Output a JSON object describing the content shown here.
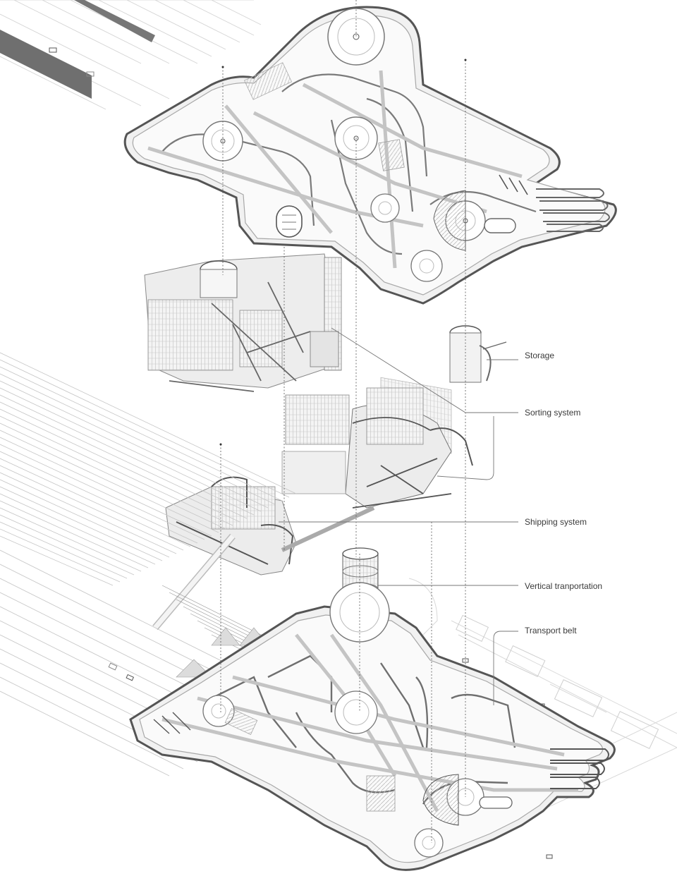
{
  "labels": {
    "storage": "Storage",
    "sorting_system": "Sorting system",
    "shipping_system": "Shipping system",
    "vertical_transportation": "Vertical tranportation",
    "transport_belt": "Transport belt"
  },
  "colors": {
    "background": "#ffffff",
    "line_dark": "#5a5a5a",
    "line_mid": "#9a9a9a",
    "line_light": "#cfcfcf",
    "fill_light": "#ededed",
    "fill_mid": "#d6d6d6",
    "label_text": "#3a3a3a"
  }
}
